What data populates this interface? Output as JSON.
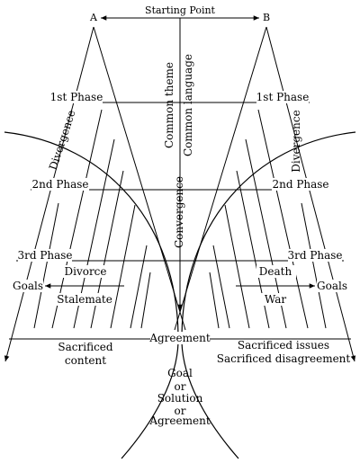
{
  "points": {
    "a": "A",
    "b": "B",
    "starting": "Starting Point"
  },
  "phases": {
    "first": "1st Phase",
    "second": "2nd Phase",
    "third": "3rd Phase"
  },
  "vertical": {
    "common_theme": "Common theme",
    "common_language": "Common language",
    "convergence": "Convergence",
    "divergence": "Divergence"
  },
  "left_outcomes": {
    "goals": "Goals",
    "divorce": "Divorce",
    "stalemate": "Stalemate",
    "sacrificed": "Sacrificed",
    "content": "content"
  },
  "right_outcomes": {
    "goals": "Goals",
    "death": "Death",
    "war": "War",
    "sacrificed_issues": "Sacrificed issues",
    "sacrificed_disagreement": "Sacrificed disagreement"
  },
  "center": {
    "agreement": "Agreement",
    "result_lines": [
      "Goal",
      "or",
      "Solution",
      "or",
      "Agreement"
    ]
  }
}
